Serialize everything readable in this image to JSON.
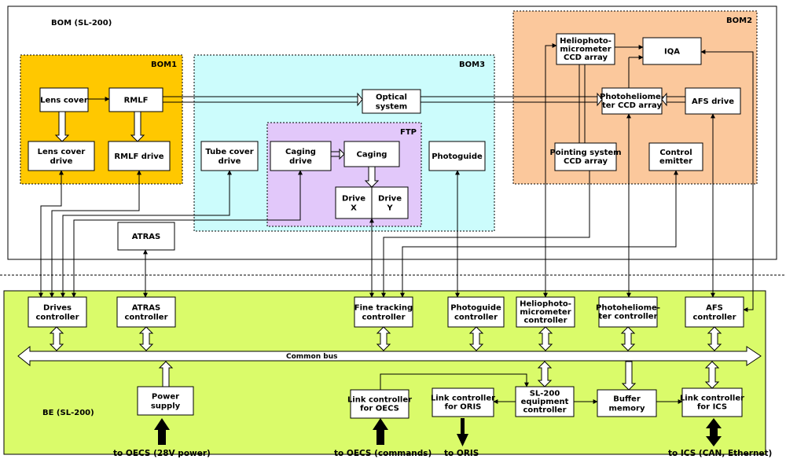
{
  "regions": {
    "bom": "BOM (SL-200)",
    "bom1": "BOM1",
    "bom2": "BOM2",
    "bom3": "BOM3",
    "ftp": "FTP",
    "be": "BE (SL-200)"
  },
  "boxes": {
    "lens_cover": [
      "Lens cover"
    ],
    "rmlf": [
      "RMLF"
    ],
    "lens_cover_drive": [
      "Lens cover",
      "drive"
    ],
    "rmlf_drive": [
      "RMLF drive"
    ],
    "tube_cover_drive": [
      "Tube cover",
      "drive"
    ],
    "caging_drive": [
      "Caging",
      "drive"
    ],
    "caging": [
      "Caging"
    ],
    "drive_x": [
      "Drive",
      "X"
    ],
    "drive_y": [
      "Drive",
      "Y"
    ],
    "optical_system": [
      "Optical",
      "system"
    ],
    "photoguide": [
      "Photoguide"
    ],
    "heliophoto_ccd": [
      "Heliophoto-",
      "micrometer",
      "CCD array"
    ],
    "iqa": [
      "IQA"
    ],
    "photoheliometer_ccd": [
      "Photoheliome-",
      "ter CCD  array"
    ],
    "afs_drive": [
      "AFS drive"
    ],
    "pointing_ccd": [
      "Pointing system",
      "CCD array"
    ],
    "control_emitter": [
      "Control",
      "emitter"
    ],
    "atras": [
      "ATRAS"
    ],
    "drives_controller": [
      "Drives",
      "controller"
    ],
    "atras_controller": [
      "ATRAS",
      "controller"
    ],
    "fine_tracking_controller": [
      "Fine tracking",
      "controller"
    ],
    "photoguide_controller": [
      "Photoguide",
      "controller"
    ],
    "heliophoto_controller": [
      "Heliophoto-",
      "micrometer",
      "controller"
    ],
    "photoheliometer_controller": [
      "Photoheliome-",
      "ter controller"
    ],
    "afs_controller": [
      "AFS",
      "controller"
    ],
    "power_supply": [
      "Power",
      "supply"
    ],
    "link_oecs": [
      "Link controller",
      "for OECS"
    ],
    "link_oris": [
      "Link controller",
      "for ORIS"
    ],
    "sl200_equipment": [
      "SL-200",
      "equipment",
      "controller"
    ],
    "buffer_memory": [
      "Buffer",
      "memory"
    ],
    "link_ics": [
      "Link controller",
      "for ICS"
    ]
  },
  "bus_label": "Common bus",
  "outputs": {
    "oecs_power": "to OECS (28V power)",
    "oecs_commands": "to OECS (commands)",
    "oris": "to ORIS",
    "ics": "to ICS (CAN, Ethernet)"
  },
  "colors": {
    "bom1": "#FFC800",
    "bom2": "#FBC89C",
    "bom3": "#CCFCFC",
    "ftp": "#E2C8FA",
    "be": "#DAFB6A"
  }
}
